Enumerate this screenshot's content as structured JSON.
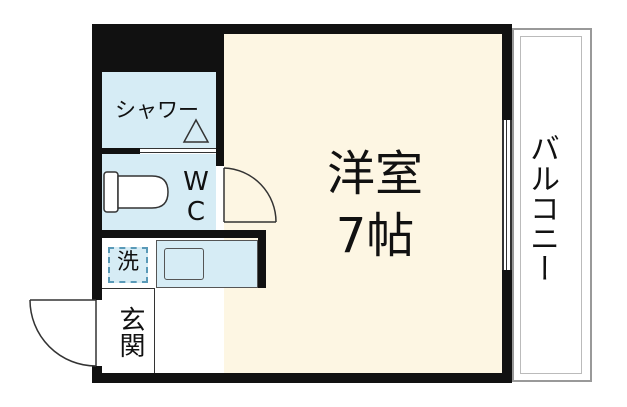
{
  "floor_plan": {
    "rooms": {
      "main_room": {
        "name": "洋室",
        "size": "7帖"
      },
      "balcony": {
        "label": "バルコニー"
      },
      "shower": {
        "label": "シャワー"
      },
      "toilet": {
        "label": "WC"
      },
      "washer": {
        "label": "洗"
      },
      "entrance": {
        "label": "玄関"
      }
    },
    "colors": {
      "wall": "#111111",
      "main_room_fill": "#fdf6e3",
      "wet_area_fill": "#d6ecf5",
      "balcony_fill": "#ffffff"
    }
  }
}
